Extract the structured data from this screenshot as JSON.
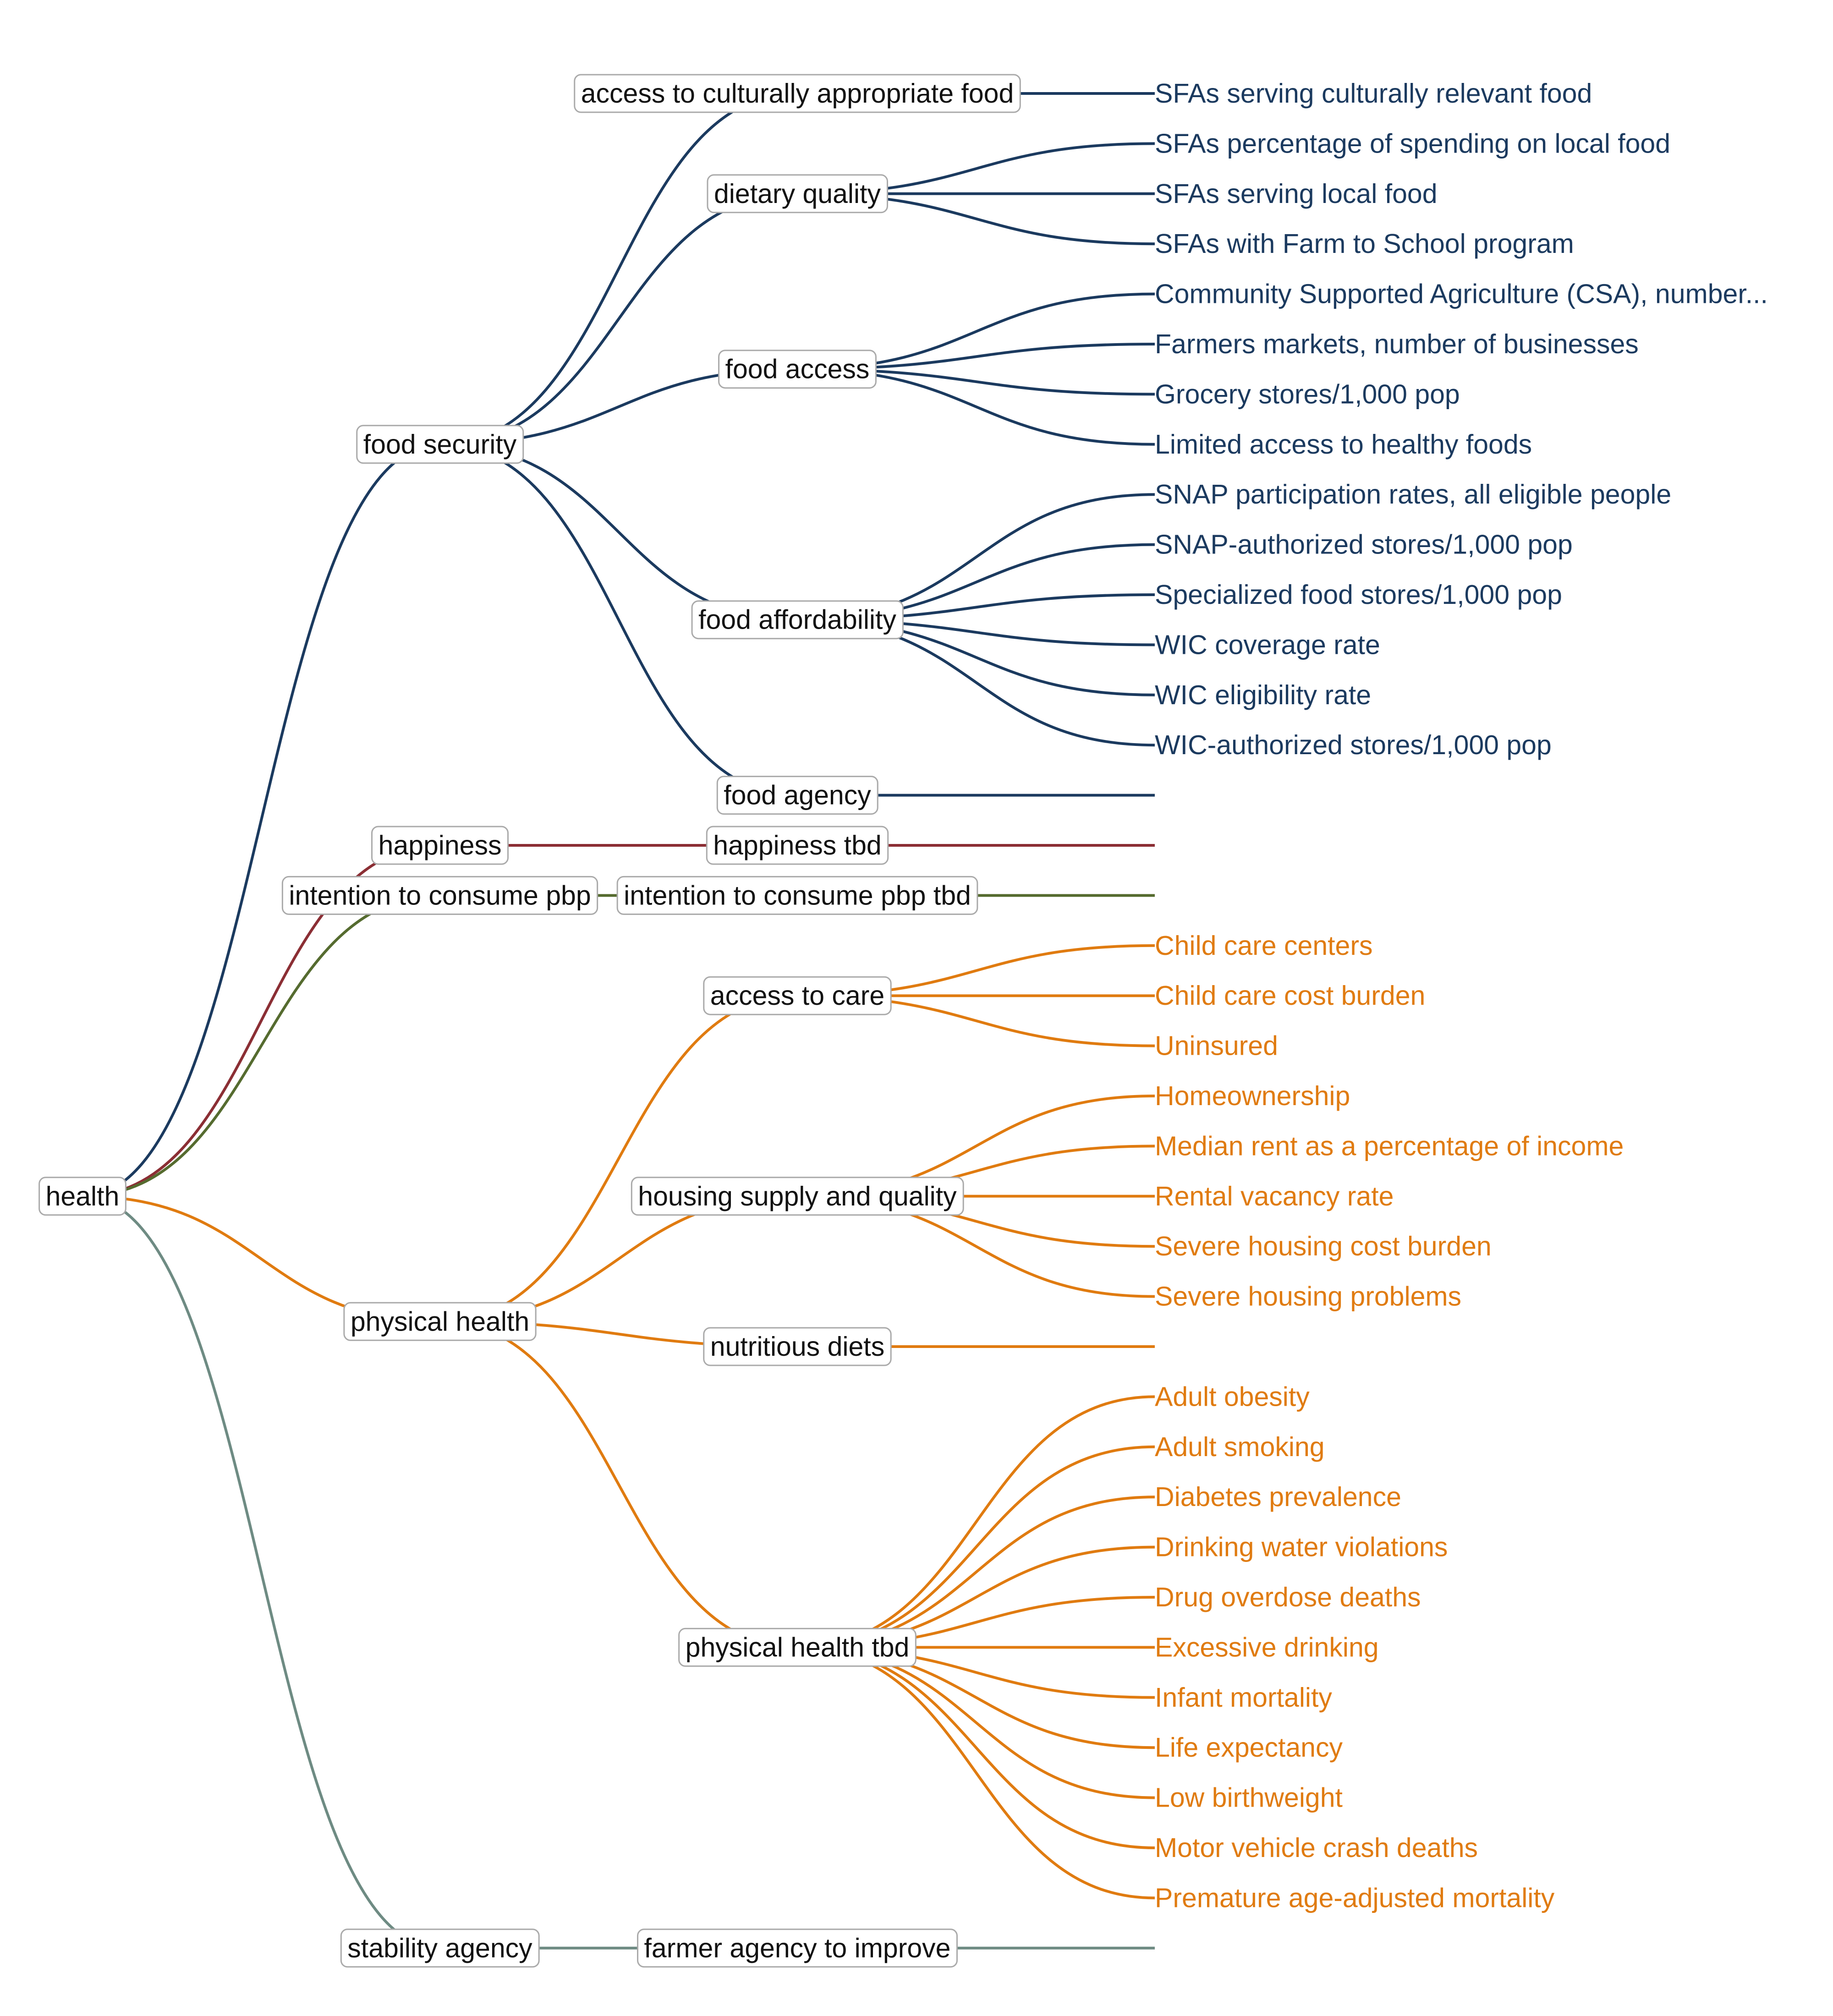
{
  "colors": {
    "food": "#1B3A5F",
    "happiness": "#8B2E34",
    "intention": "#556B2F",
    "physical": "#E07B10",
    "stability": "#6E8B83",
    "label_border": "#AAAAAA",
    "label_text": "#111111"
  },
  "tree": {
    "root": "health",
    "branches": [
      {
        "label": "food security",
        "color_key": "food",
        "children": [
          {
            "label": "access to culturally appropriate food",
            "leaves": [
              "SFAs serving culturally relevant food"
            ]
          },
          {
            "label": "dietary quality",
            "leaves": [
              "SFAs percentage of spending on local food",
              "SFAs serving local food",
              "SFAs with Farm to School program"
            ]
          },
          {
            "label": "food access",
            "leaves": [
              "Community Supported Agriculture (CSA), number...",
              "Farmers markets, number of businesses",
              "Grocery stores/1,000 pop",
              "Limited access to healthy foods"
            ]
          },
          {
            "label": "food affordability",
            "leaves": [
              "SNAP participation rates, all eligible people",
              "SNAP-authorized stores/1,000 pop",
              "Specialized food stores/1,000 pop",
              "WIC coverage rate",
              "WIC eligibility rate",
              "WIC-authorized stores/1,000 pop"
            ]
          },
          {
            "label": "food agency",
            "leaves": [
              ""
            ]
          }
        ]
      },
      {
        "label": "happiness",
        "color_key": "happiness",
        "children": [
          {
            "label": "happiness tbd",
            "leaves": [
              ""
            ]
          }
        ]
      },
      {
        "label": "intention to consume pbp",
        "color_key": "intention",
        "children": [
          {
            "label": "intention to consume pbp tbd",
            "leaves": [
              ""
            ]
          }
        ]
      },
      {
        "label": "physical health",
        "color_key": "physical",
        "children": [
          {
            "label": "access to care",
            "leaves": [
              "Child care centers",
              "Child care cost burden",
              "Uninsured"
            ]
          },
          {
            "label": "housing supply and quality",
            "leaves": [
              "Homeownership",
              "Median rent as a percentage of income",
              "Rental vacancy rate",
              "Severe housing cost burden",
              "Severe housing problems"
            ]
          },
          {
            "label": "nutritious diets",
            "leaves": [
              ""
            ]
          },
          {
            "label": "physical health tbd",
            "leaves": [
              "Adult obesity",
              "Adult smoking",
              "Diabetes prevalence",
              "Drinking water violations",
              "Drug overdose deaths",
              "Excessive drinking",
              "Infant mortality",
              "Life expectancy",
              "Low birthweight",
              "Motor vehicle crash deaths",
              "Premature age-adjusted mortality"
            ]
          }
        ]
      },
      {
        "label": "stability agency",
        "color_key": "stability",
        "children": [
          {
            "label": "farmer agency to improve",
            "leaves": [
              ""
            ]
          }
        ]
      }
    ]
  }
}
